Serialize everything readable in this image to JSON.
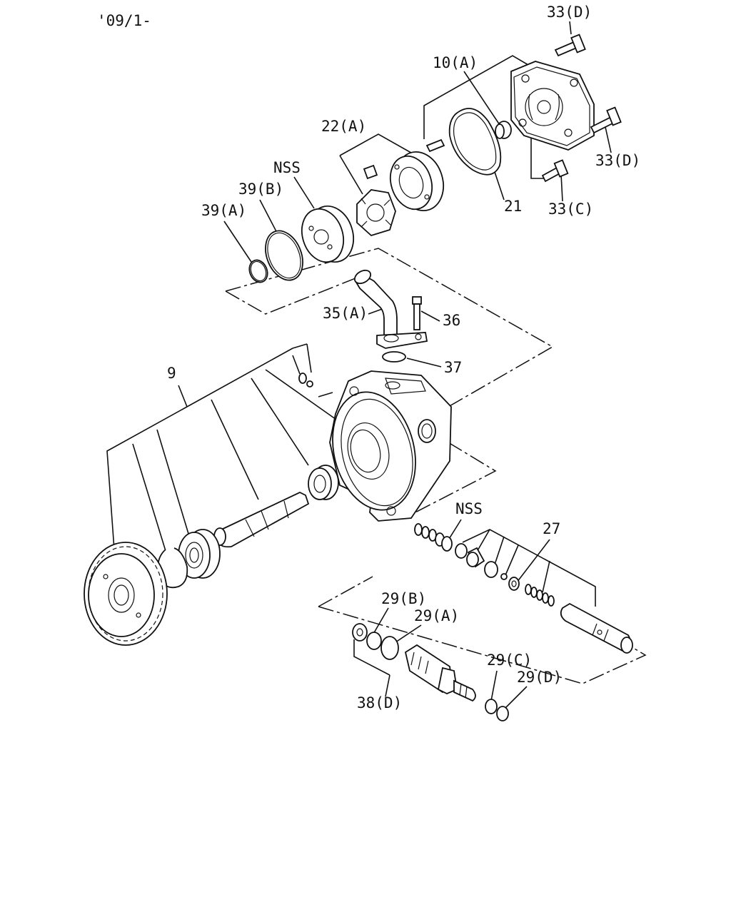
{
  "header": {
    "date_code": "'09/1-"
  },
  "labels": {
    "l33d_top": "33(D)",
    "l10a": "10(A)",
    "l22a": "22(A)",
    "lnss_top": "NSS",
    "l39b": "39(B)",
    "l39a": "39(A)",
    "l33d_right": "33(D)",
    "l21": "21",
    "l33c": "33(C)",
    "l35a": "35(A)",
    "l36": "36",
    "l37": "37",
    "l9": "9",
    "lnss_mid": "NSS",
    "l27": "27",
    "l29b": "29(B)",
    "l29a": "29(A)",
    "l29c": "29(C)",
    "l29d": "29(D)",
    "l38d": "38(D)"
  }
}
